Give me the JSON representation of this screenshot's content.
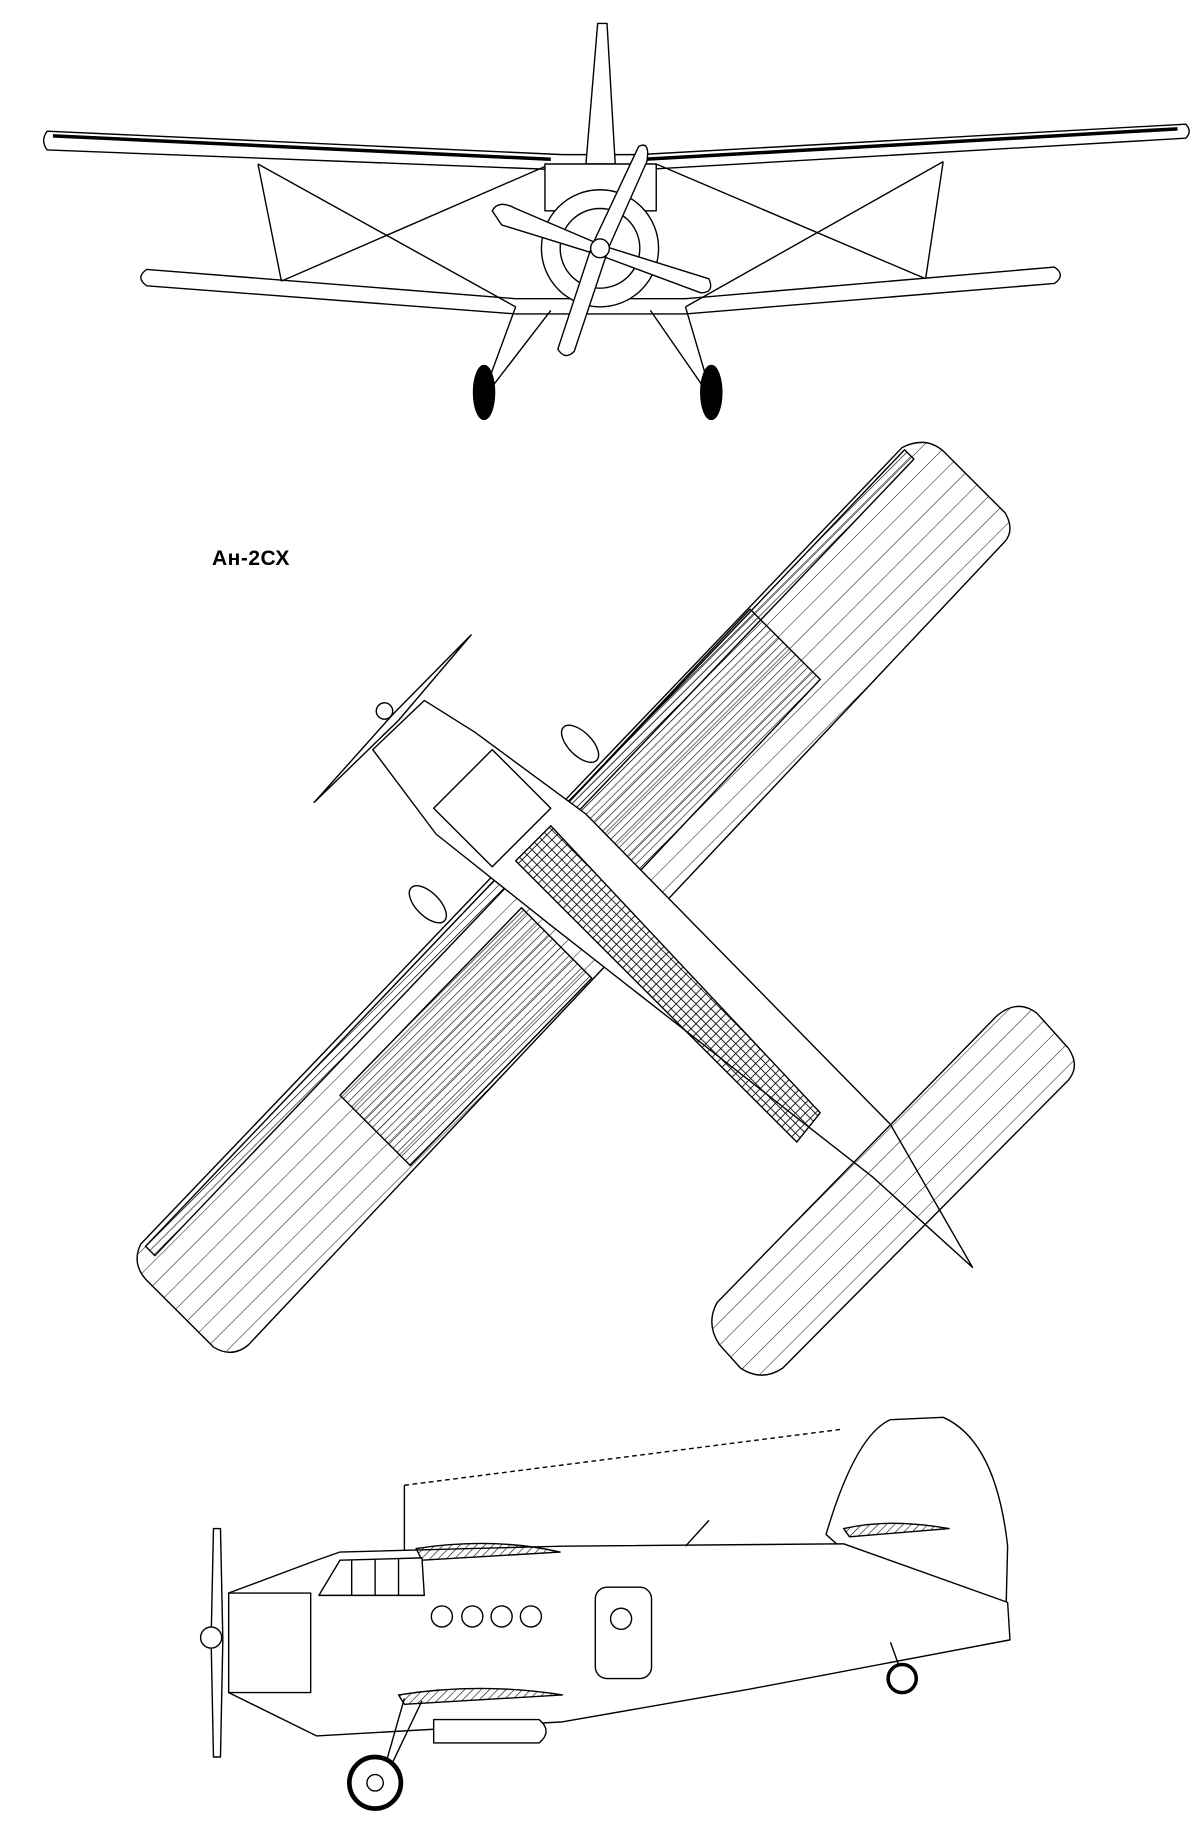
{
  "drawing": {
    "label": "Ан-2СХ",
    "views": [
      "front-view",
      "top-view",
      "side-view"
    ],
    "line_color": "#000000",
    "background": "#ffffff"
  }
}
